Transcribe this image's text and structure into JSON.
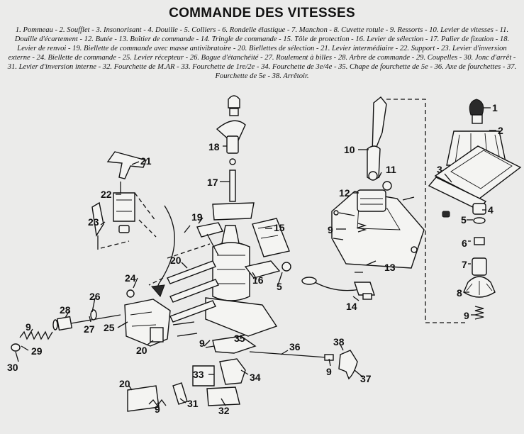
{
  "title": "COMMANDE DES VITESSES",
  "legend": "1. Pommeau - 2. Soufflet - 3. Insonorisant - 4. Douille - 5. Colliers - 6. Rondelle élastique - 7. Manchon - 8. Cuvette rotule - 9. Ressorts - 10. Levier de vitesses - 11. Douille d'écartement - 12. Butée - 13. Boîtier de commande - 14. Tringle de commande - 15. Tôle de protection - 16. Levier de sélection - 17. Palier de fixation - 18. Levier de renvoi - 19. Biellette de commande avec masse antivibratoire - 20. Biellettes de sélection - 21. Levier intermédiaire - 22. Support - 23. Levier d'inversion externe - 24. Biellette de commande - 25. Levier récepteur - 26. Bague d'étanchéité - 27. Roulement à billes - 28. Arbre de commande - 29. Coupelles - 30. Jonc d'arrêt - 31. Levier d'inversion interne - 32. Fourchette de M.AR - 33. Fourchette de 1re/2e - 34. Fourchette de 3e/4e - 35. Chape de fourchette de 5e - 36. Axe de fourchettes - 37. Fourchette de 5e - 38. Arrêtoir.",
  "callouts": {
    "c1": "1",
    "c2": "2",
    "c3": "3",
    "c4": "4",
    "c5a": "5",
    "c5b": "5",
    "c6": "6",
    "c7": "7",
    "c8": "8",
    "c9a": "9",
    "c9b": "9",
    "c9c": "9",
    "c9d": "9",
    "c9e": "9",
    "c9f": "9",
    "c9g": "9",
    "c10": "10",
    "c11": "11",
    "c12": "12",
    "c13": "13",
    "c14": "14",
    "c15": "15",
    "c16": "16",
    "c17": "17",
    "c18": "18",
    "c19": "19",
    "c20a": "20",
    "c20b": "20",
    "c20c": "20",
    "c21": "21",
    "c22": "22",
    "c23": "23",
    "c24": "24",
    "c25": "25",
    "c26": "26",
    "c27": "27",
    "c28": "28",
    "c29": "29",
    "c30": "30",
    "c31": "31",
    "c32": "32",
    "c33": "33",
    "c34": "34",
    "c35": "35",
    "c36": "36",
    "c37": "37",
    "c38": "38"
  }
}
